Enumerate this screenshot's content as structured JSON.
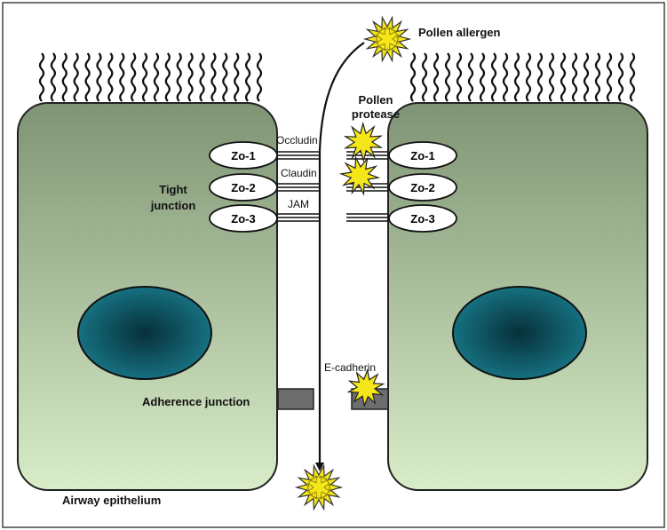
{
  "labels": {
    "pollen_allergen": "Pollen allergen",
    "pollen_protease_line1": "Pollen",
    "pollen_protease_line2": "protease",
    "tight_junction_line1": "Tight",
    "tight_junction_line2": "junction",
    "adherence_junction": "Adherence junction",
    "airway_epithelium": "Airway epithelium",
    "occludin": "Occludin",
    "claudin": "Claudin",
    "jam": "JAM",
    "e_cadherin": "E-cadherin"
  },
  "zo_proteins": [
    "Zo-1",
    "Zo-2",
    "Zo-3"
  ],
  "colors": {
    "cell_top": "#7f9474",
    "cell_bottom": "#d8ecc8",
    "nucleus": "#0f5560",
    "nucleus_center": "#06303a",
    "allergen": "#f4e619",
    "junction_block": "#6d6d6d"
  }
}
